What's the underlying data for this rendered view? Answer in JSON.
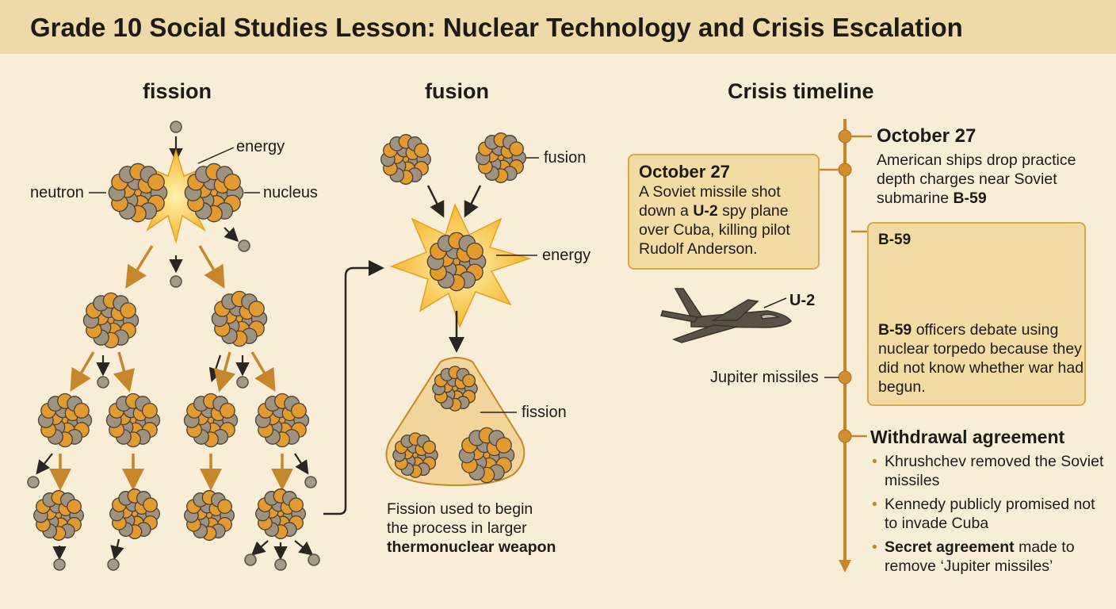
{
  "header": {
    "title": "Grade 10 Social Studies Lesson: Nuclear Technology and Crisis Escalation"
  },
  "fission": {
    "title": "fission",
    "labels": {
      "energy": "energy",
      "neutron": "neutron",
      "nucleus": "nucleus"
    }
  },
  "fusion": {
    "title": "fusion",
    "labels": {
      "fusion": "fusion",
      "energy": "energy",
      "fission": "fission"
    },
    "caption": {
      "line1": "Fission used to begin",
      "line2": "the process in larger",
      "line3": "thermonuclear weapon"
    }
  },
  "timeline": {
    "title": "Crisis timeline",
    "event1": {
      "date": "October 27",
      "text_pre": "American ships drop practice depth charges near Soviet submarine ",
      "text_bold": "B-59"
    },
    "event2": {
      "date": "October 27",
      "text_a": "A Soviet missile shot down a ",
      "text_bold": "U-2",
      "text_b": " spy plane over Cuba, killing pilot Rudolf Anderson."
    },
    "plane_label": "U-2",
    "jupiter_label": "Jupiter missiles",
    "b59": {
      "name": "B-59",
      "alert": "!",
      "text_bold": "B-59",
      "text": " officers debate using nuclear torpedo because they did not know whether war had begun."
    },
    "withdrawal": {
      "title": "Withdrawal agreement",
      "item1": "Khrushchev removed the Soviet missiles",
      "item2": "Kennedy publicly promised not to invade Cuba",
      "item3_bold": "Secret agreement",
      "item3_text": " made to remove ‘Jupiter missiles’"
    }
  },
  "colors": {
    "header_bg": "#eed9a8",
    "page_bg": "#f8eed8",
    "accent": "#c6872a",
    "box_bg": "#f3dca3",
    "box_border": "#d8a94e",
    "orange": "#e39a2e",
    "grey": "#9e9280",
    "burst": "#f6b733"
  }
}
